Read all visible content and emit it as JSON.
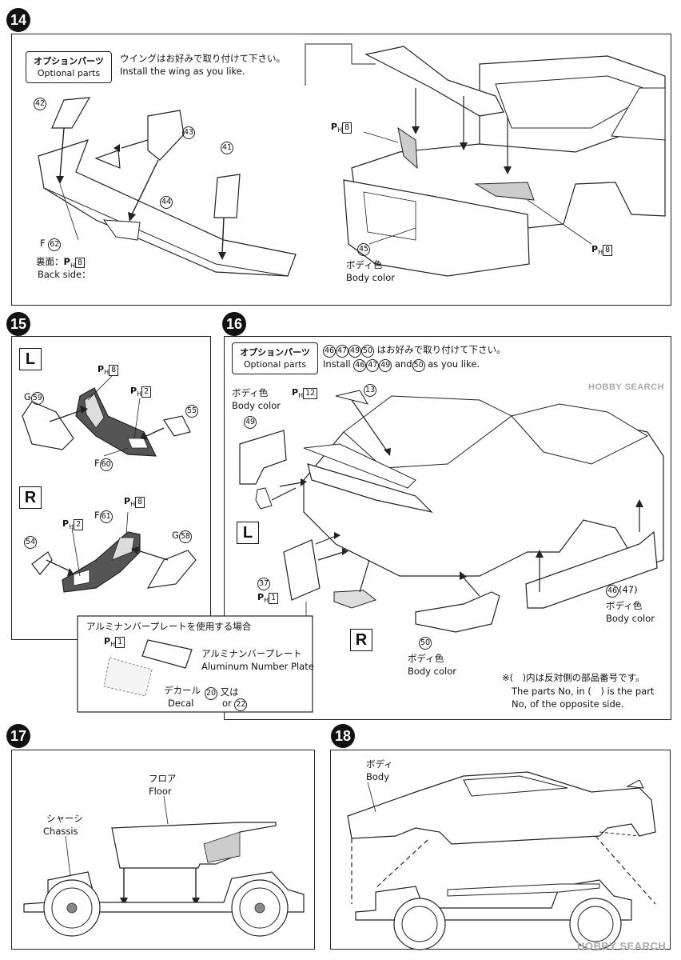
{
  "steps": {
    "s14": "14",
    "s15": "15",
    "s16": "16",
    "s17": "17",
    "s18": "18"
  },
  "step14": {
    "option_jp": "オプションパーツ",
    "option_en": "Optional parts",
    "wing_jp": "ウイングはお好みで取り付けて下さい。",
    "wing_en": "Install the wing as you like.",
    "p42": "42",
    "p43": "43",
    "p44": "44",
    "p41": "41",
    "p45": "45",
    "f_label": "F",
    "f62": "62",
    "back_jp": "裏面：",
    "back_en": "Back side：",
    "ph_p": "P",
    "ph_h": "H",
    "ph8": "8",
    "body_jp": "ボディ色",
    "body_en": "Body color"
  },
  "step15": {
    "L": "L",
    "R": "R",
    "g_label": "G",
    "g59": "59",
    "g58": "58",
    "p55": "55",
    "p54": "54",
    "f_label": "F",
    "f60": "60",
    "f61": "61",
    "ph_p": "P",
    "ph_h": "H",
    "ph8": "8",
    "ph2": "2"
  },
  "step16": {
    "option_jp": "オプションパーツ",
    "option_en": "Optional parts",
    "parts_suffix_jp": "はお好みで取り付けて下さい。",
    "install_en": "Install",
    "and_en": "and",
    "as_you_like": "as you like.",
    "p46": "46",
    "p47": "47",
    "p49": "49",
    "p50": "50",
    "p13": "13",
    "p37": "37",
    "p20": "20",
    "p22": "22",
    "ph_p": "P",
    "ph_h": "H",
    "ph12": "12",
    "ph1": "1",
    "body_jp": "ボディ色",
    "body_en": "Body color",
    "L": "L",
    "R": "R",
    "p46_47": "(47)",
    "alum_case_jp": "アルミナンバープレートを使用する場合",
    "alum_jp": "アルミナンバープレート",
    "alum_en": "Aluminum Number Plate",
    "decal_jp": "デカール",
    "decal_en": "Decal",
    "or_jp": "又は",
    "or_en": "or",
    "note_jp": "※(　)内は反対側の部品番号です。",
    "note_en1": "The parts No, in (　) is the part",
    "note_en2": "No, of the opposite side."
  },
  "step17": {
    "floor_jp": "フロア",
    "floor_en": "Floor",
    "chassis_jp": "シャーシ",
    "chassis_en": "Chassis"
  },
  "step18": {
    "body_jp": "ボディ",
    "body_en": "Body"
  },
  "watermark": "HOBBY SEARCH"
}
